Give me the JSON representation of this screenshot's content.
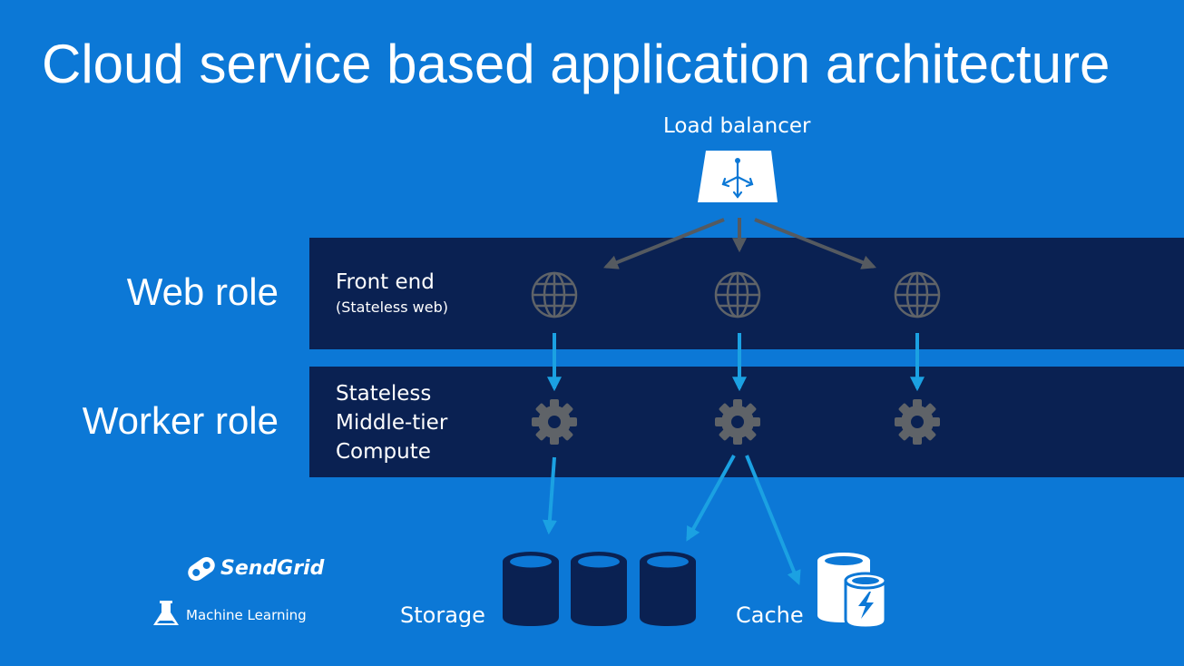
{
  "title": "Cloud service based application architecture",
  "load_balancer": {
    "label": "Load balancer"
  },
  "web_role": {
    "label": "Web role",
    "title": "Front end",
    "subtitle": "(Stateless web)"
  },
  "worker_role": {
    "label": "Worker role",
    "lines": [
      "Stateless",
      "Middle-tier",
      "Compute"
    ]
  },
  "storage": {
    "label": "Storage"
  },
  "cache": {
    "label": "Cache"
  },
  "logos": {
    "sendgrid": "SendGrid",
    "machine_learning": "Machine Learning"
  },
  "icons": {
    "load_balancer": "load-balancer-icon",
    "web": "globe-icon",
    "worker": "gear-icon",
    "storage": "database-icon",
    "cache": "cache-icon",
    "sendgrid": "sendgrid-logo-icon",
    "ml": "flask-icon"
  },
  "colors": {
    "background": "#0c78d6",
    "band": "#0a2152",
    "arrow_dark": "#555a60",
    "arrow_light": "#1ba1e2",
    "icon_gray": "#5f6368"
  }
}
